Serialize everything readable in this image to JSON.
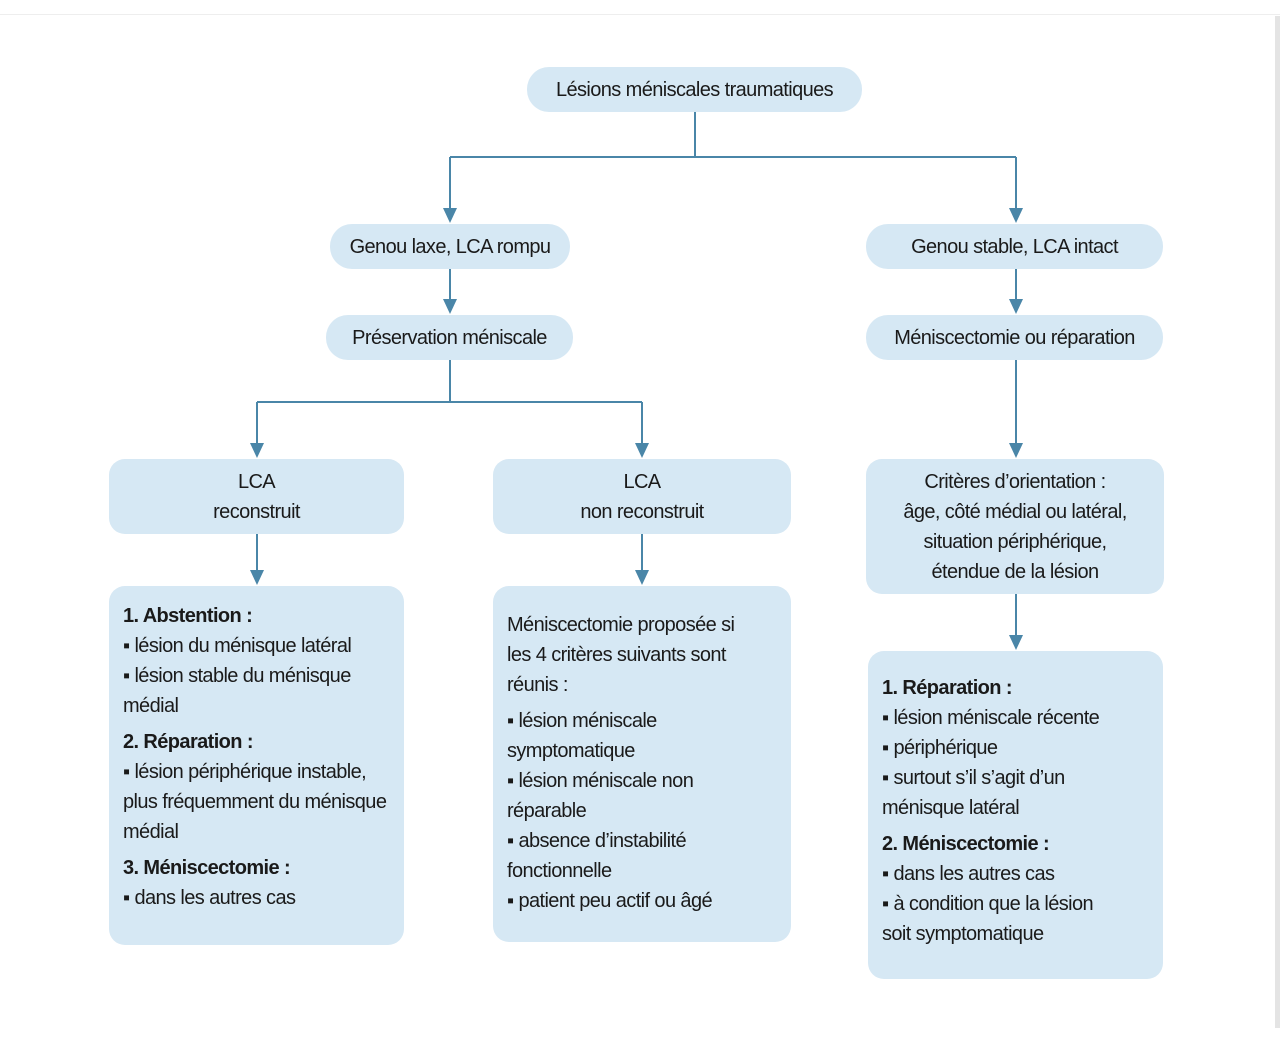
{
  "colors": {
    "box_fill": "#d6e8f4",
    "connector": "#4a86a8",
    "text": "#1a1a1a"
  },
  "root": {
    "label": "Lésions méniscales traumatiques"
  },
  "left_branch": {
    "level1": {
      "label": "Genou laxe, LCA rompu"
    },
    "level2": {
      "label": "Préservation méniscale"
    },
    "sub_left": {
      "lines": [
        "LCA",
        "reconstruit"
      ],
      "detail": {
        "sections": [
          {
            "heading": "1. Abstention :",
            "bullets": [
              "lésion du ménisque latéral",
              "lésion stable du ménisque médial"
            ]
          },
          {
            "heading": "2. Réparation :",
            "bullets": [
              "lésion périphérique instable, plus fréquemment du ménisque médial"
            ]
          },
          {
            "heading": "3. Méniscectomie :",
            "bullets": [
              "dans les autres cas"
            ]
          }
        ]
      }
    },
    "sub_right": {
      "lines": [
        "LCA",
        "non reconstruit"
      ],
      "detail": {
        "intro": "Méniscectomie proposée si les 4 critères suivants sont réunis :",
        "bullets": [
          "lésion méniscale symptomatique",
          "lésion méniscale non réparable",
          "absence d’instabilité fonctionnelle",
          "patient peu actif ou âgé"
        ]
      }
    }
  },
  "right_branch": {
    "level1": {
      "label": "Genou stable, LCA intact"
    },
    "level2": {
      "label": "Méniscectomie ou réparation"
    },
    "criteria": {
      "lines": [
        "Critères d’orientation :",
        "âge, côté médial ou latéral,",
        "situation périphérique,",
        "étendue de la lésion"
      ]
    },
    "detail": {
      "sections": [
        {
          "heading": "1. Réparation :",
          "bullets": [
            "lésion méniscale récente",
            "périphérique",
            "surtout s’il s’agit d’un ménisque latéral"
          ]
        },
        {
          "heading": "2. Méniscectomie :",
          "bullets": [
            "dans les autres cas",
            "à condition que la lésion soit symptomatique"
          ]
        }
      ]
    }
  }
}
